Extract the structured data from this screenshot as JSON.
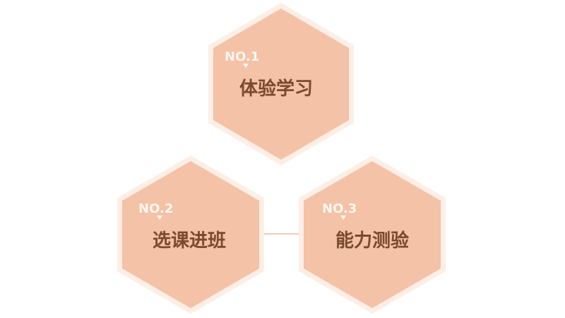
{
  "diagram": {
    "colors": {
      "hex_fill": "#f4c2a6",
      "hex_border": "#fdeee6",
      "number_text": "#ffffff",
      "label_text": "#7a4a2e",
      "connector": "#f3cbb6"
    },
    "steps": [
      {
        "number": "NO.1",
        "label": "体验学习"
      },
      {
        "number": "NO.2",
        "label": "选课进班"
      },
      {
        "number": "NO.3",
        "label": "能力测验"
      }
    ]
  }
}
